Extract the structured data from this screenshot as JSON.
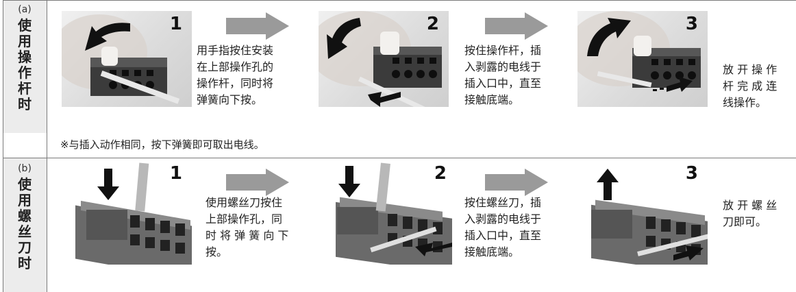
{
  "sections": [
    {
      "tag": "(a)",
      "title_chars": [
        "使",
        "用",
        "操",
        "作",
        "杆",
        "时"
      ],
      "steps": [
        {
          "num": "1",
          "text_lines": [
            "用手指按住安装",
            "在上部操作孔的",
            "操作杆，同时将",
            "弹簧向下按。"
          ]
        },
        {
          "num": "2",
          "text_lines": [
            "按住操作杆，插",
            "入剥露的电线于",
            "插入口中，直至",
            "接触底端。"
          ]
        },
        {
          "num": "3",
          "text_lines": [
            "放 开 操 作",
            "杆 完 成 连",
            "线操作。"
          ]
        }
      ],
      "note": "※与插入动作相同，按下弹簧即可取出电线。"
    },
    {
      "tag": "(b)",
      "title_chars": [
        "使",
        "用",
        "螺",
        "丝",
        "刀",
        "时"
      ],
      "steps": [
        {
          "num": "1",
          "text_lines": [
            "使用螺丝刀按住",
            "上部操作孔，同",
            "时 将 弹 簧 向 下",
            "按。"
          ]
        },
        {
          "num": "2",
          "text_lines": [
            "按住螺丝刀，插",
            "入剥露的电线于",
            "插入口中，直至",
            "接触底端。"
          ]
        },
        {
          "num": "3",
          "text_lines": [
            "放 开 螺 丝",
            "刀即可。"
          ]
        }
      ]
    }
  ],
  "colors": {
    "arrow_gray": "#9a9a9a",
    "arrow_black": "#111111",
    "border": "#7a7a7a",
    "label_bg": "#ececec"
  }
}
